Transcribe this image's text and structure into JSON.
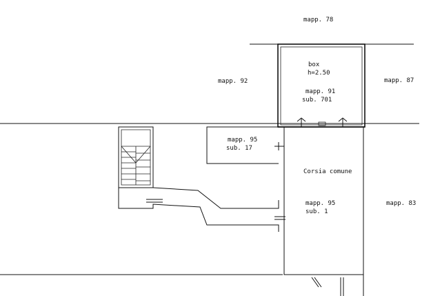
{
  "labels": {
    "mapp78": "mapp. 78",
    "mapp92": "mapp. 92",
    "mapp87": "mapp. 87",
    "mapp83": "mapp. 83",
    "box": "box",
    "box_height": "h=2.50",
    "mapp91": "mapp. 91",
    "sub701": "sub. 701",
    "mapp95_a": "mapp. 95",
    "sub17": "sub. 17",
    "corsia": "Corsia comune",
    "mapp95_b": "mapp. 95",
    "sub1": "sub. 1"
  },
  "colors": {
    "line": "#111111",
    "background": "#ffffff"
  }
}
